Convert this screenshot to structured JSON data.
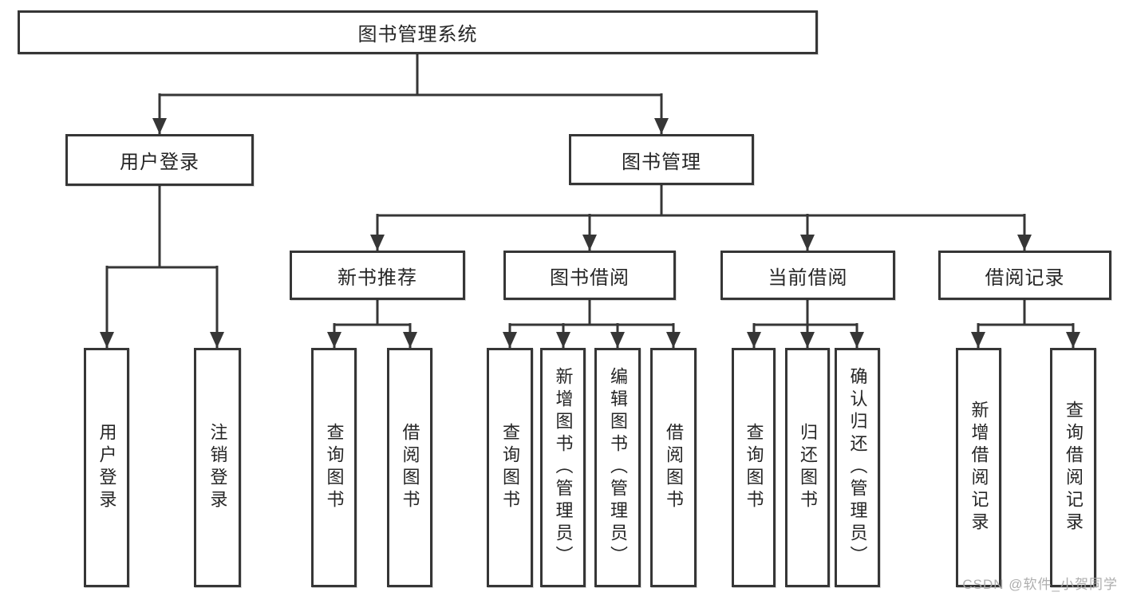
{
  "tree": {
    "label": "图书管理系统",
    "children": [
      {
        "label": "用户登录",
        "children": [
          {
            "label": "用户登录"
          },
          {
            "label": "注销登录"
          }
        ]
      },
      {
        "label": "图书管理",
        "children": [
          {
            "label": "新书推荐",
            "children": [
              {
                "label": "查询图书"
              },
              {
                "label": "借阅图书"
              }
            ]
          },
          {
            "label": "图书借阅",
            "children": [
              {
                "label": "查询图书"
              },
              {
                "label": "新增图书（管理员）"
              },
              {
                "label": "编辑图书（管理员）"
              },
              {
                "label": "借阅图书"
              }
            ]
          },
          {
            "label": "当前借阅",
            "children": [
              {
                "label": "查询图书"
              },
              {
                "label": "归还图书"
              },
              {
                "label": "确认归还（管理员）"
              }
            ]
          },
          {
            "label": "借阅记录",
            "children": [
              {
                "label": "新增借阅记录"
              },
              {
                "label": "查询借阅记录"
              }
            ]
          }
        ]
      }
    ]
  },
  "watermark": {
    "text": "CSDN @软件_小贺同学"
  },
  "colors": {
    "line": "#363636",
    "box_border": "#363636",
    "box_fill": "#ffffff",
    "text": "#262626",
    "background": "#ffffff",
    "watermark": "#aaaaaa"
  }
}
